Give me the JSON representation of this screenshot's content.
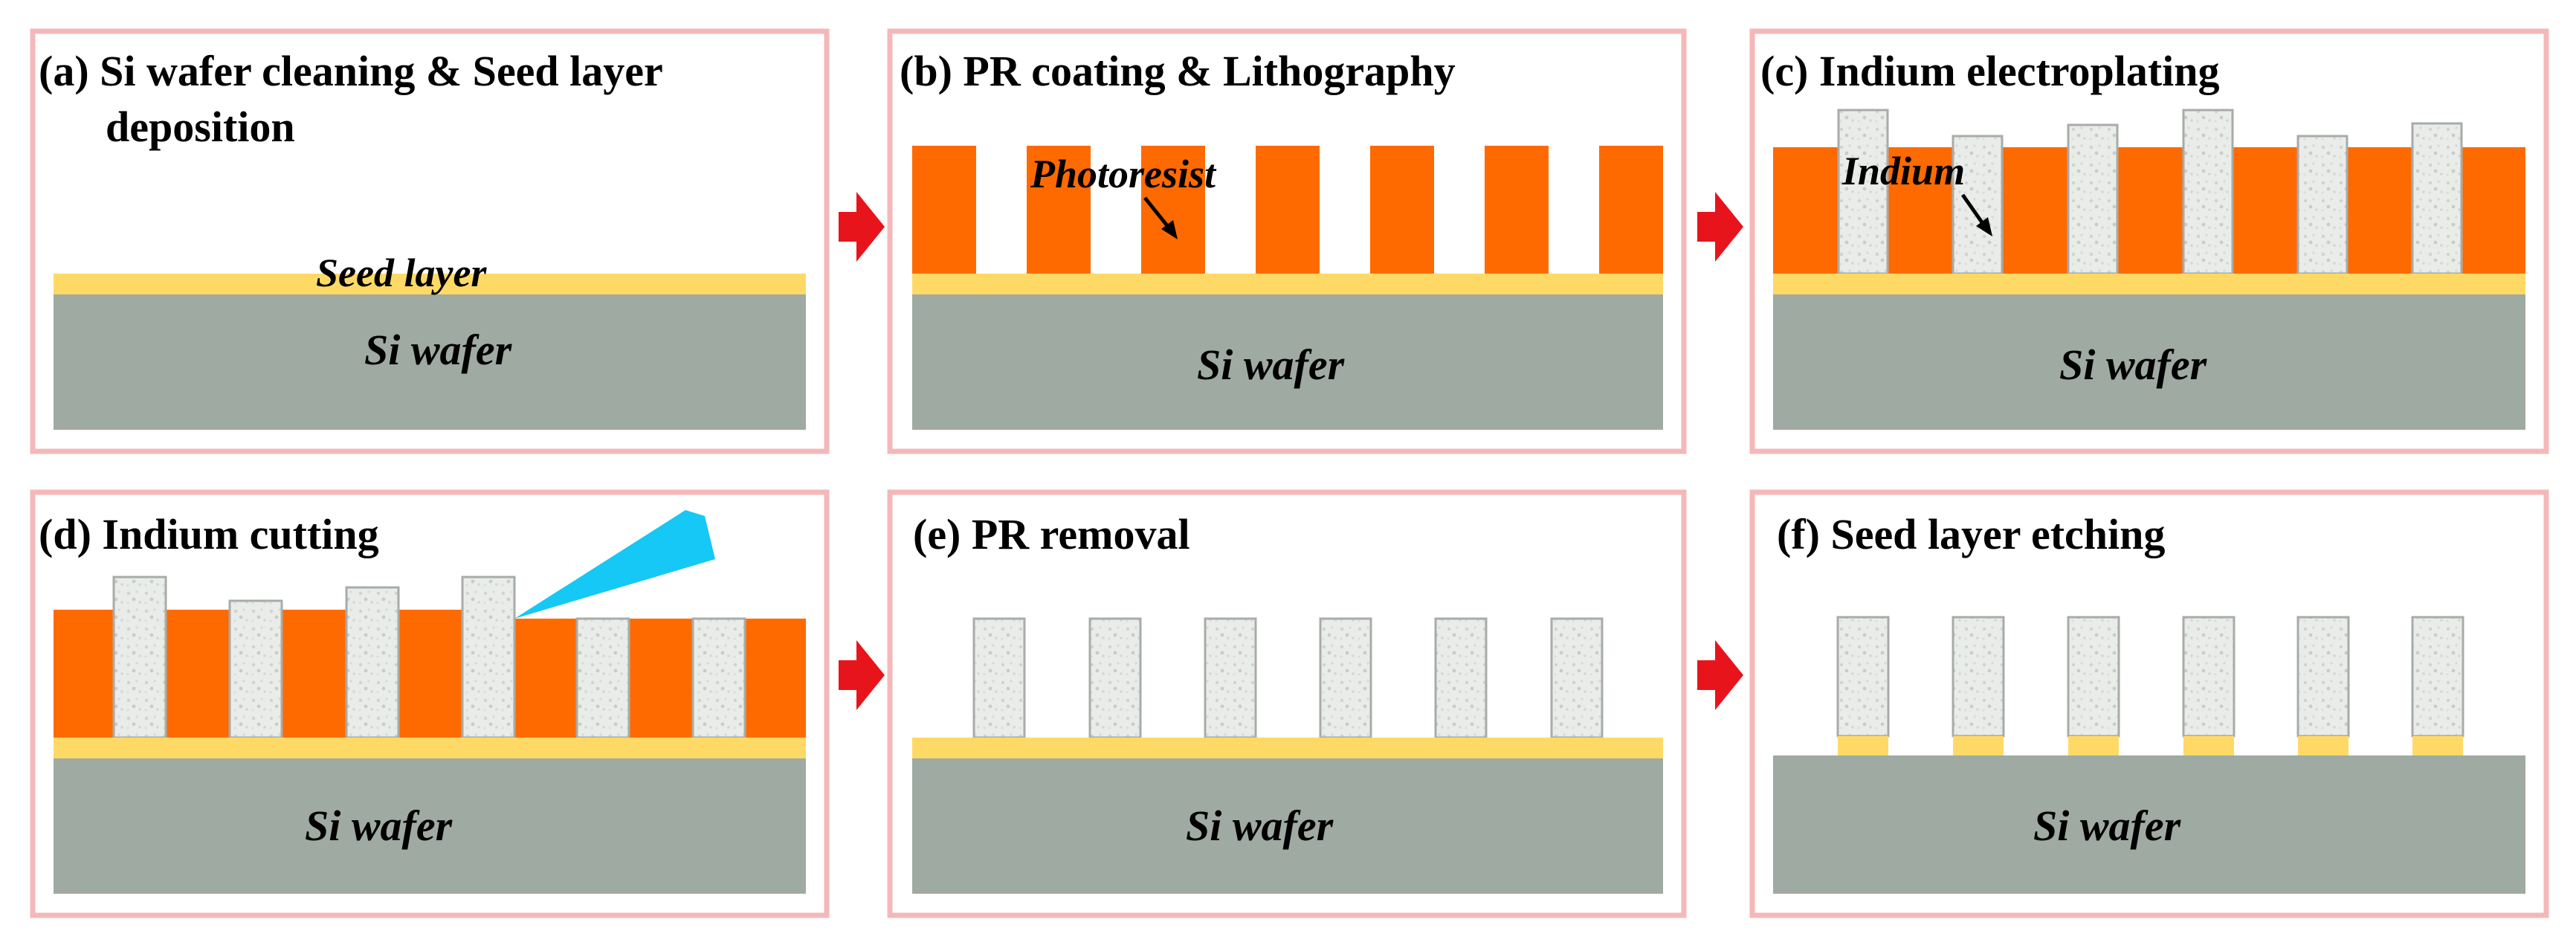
{
  "figure": {
    "colors": {
      "panel_border": "#f4b8b8",
      "si_wafer": "#9eaaa2",
      "seed_layer": "#ffd966",
      "photoresist": "#ff6a00",
      "indium": "#e8ebe8",
      "indium_edge": "#a8aca8",
      "arrow": "#e8141c",
      "cutting_tool": "#16c8f5"
    },
    "panels": [
      {
        "id": "a",
        "title_line1": "(a) Si wafer cleaning & Seed layer",
        "title_line2": "deposition",
        "wafer_label": "Si wafer",
        "annotation": "Seed layer"
      },
      {
        "id": "b",
        "title_line1": "(b) PR coating & Lithography",
        "wafer_label": "Si wafer",
        "annotation": "Photoresist"
      },
      {
        "id": "c",
        "title_line1": "(c) Indium electroplating",
        "wafer_label": "Si wafer",
        "annotation": "Indium"
      },
      {
        "id": "d",
        "title_line1": "(d) Indium cutting",
        "wafer_label": "Si wafer"
      },
      {
        "id": "e",
        "title_line1": "(e) PR removal",
        "wafer_label": "Si wafer"
      },
      {
        "id": "f",
        "title_line1": "(f) Seed layer etching",
        "wafer_label": "Si wafer"
      }
    ]
  }
}
